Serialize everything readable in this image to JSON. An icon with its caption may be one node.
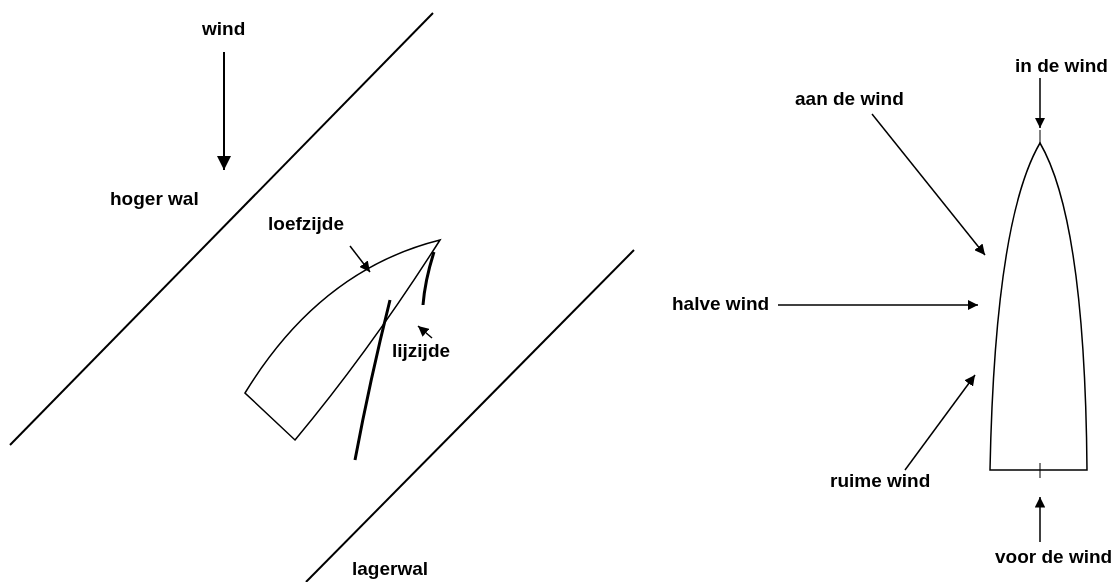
{
  "diagram": {
    "nodes": [
      {
        "text": [],
        "shape": "picture"
      },
      {
        "text": [
          "loefzijde"
        ]
      },
      {
        "text": [
          "lijzijde"
        ]
      },
      {
        "text": [],
        "shape": "picture"
      },
      {
        "text": [
          "in de wind"
        ]
      },
      {
        "text": [
          "aan de wind"
        ]
      },
      {
        "text": [
          "halve wind"
        ]
      },
      {
        "text": [
          "ruime wind"
        ]
      },
      {
        "text": [
          "voor de wind"
        ]
      }
    ],
    "edges": [
      {
        "from": 1,
        "to": 0,
        "arrow": "to"
      },
      {
        "from": 2,
        "to": 0,
        "arrow": "to"
      },
      {
        "from": 4,
        "to": 3,
        "arrow": "to"
      },
      {
        "from": 5,
        "to": 3,
        "arrow": "to"
      },
      {
        "from": 6,
        "to": 3,
        "arrow": "to"
      },
      {
        "from": 7,
        "to": 3,
        "arrow": "to"
      },
      {
        "from": 8,
        "to": 3,
        "arrow": "to"
      }
    ],
    "labels": [
      "wind",
      "hoger wal",
      "lagerwal"
    ]
  }
}
